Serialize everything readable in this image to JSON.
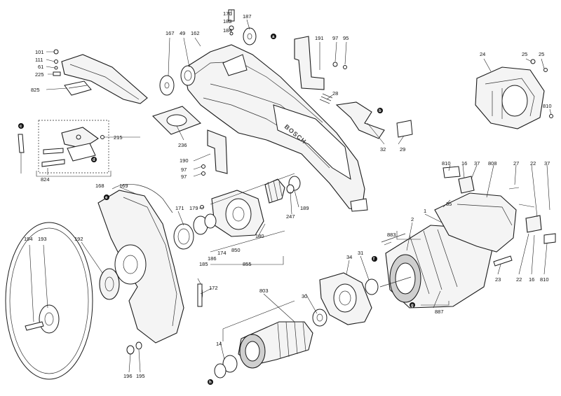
{
  "brand_text": "BOSCH",
  "callouts": [
    {
      "id": "170",
      "label": "170"
    },
    {
      "id": "182",
      "label": "182"
    },
    {
      "id": "184",
      "label": "184"
    },
    {
      "id": "187",
      "label": "187"
    },
    {
      "id": "167a",
      "label": "167"
    },
    {
      "id": "49",
      "label": "49"
    },
    {
      "id": "162",
      "label": "162"
    },
    {
      "id": "191",
      "label": "191"
    },
    {
      "id": "97a",
      "label": "97"
    },
    {
      "id": "95",
      "label": "95"
    },
    {
      "id": "101",
      "label": "101"
    },
    {
      "id": "111",
      "label": "111"
    },
    {
      "id": "61",
      "label": "61"
    },
    {
      "id": "225",
      "label": "225"
    },
    {
      "id": "825",
      "label": "825"
    },
    {
      "id": "28",
      "label": "28"
    },
    {
      "id": "24",
      "label": "24"
    },
    {
      "id": "25a",
      "label": "25"
    },
    {
      "id": "25b",
      "label": "25"
    },
    {
      "id": "810a",
      "label": "810"
    },
    {
      "id": "215",
      "label": "215"
    },
    {
      "id": "236",
      "label": "236"
    },
    {
      "id": "190",
      "label": "190"
    },
    {
      "id": "97b",
      "label": "97"
    },
    {
      "id": "97c",
      "label": "97"
    },
    {
      "id": "32",
      "label": "32"
    },
    {
      "id": "29",
      "label": "29"
    },
    {
      "id": "824",
      "label": "824"
    },
    {
      "id": "168",
      "label": "168"
    },
    {
      "id": "169",
      "label": "169"
    },
    {
      "id": "171",
      "label": "171"
    },
    {
      "id": "179",
      "label": "179"
    },
    {
      "id": "189",
      "label": "189"
    },
    {
      "id": "247",
      "label": "247"
    },
    {
      "id": "180",
      "label": "180"
    },
    {
      "id": "850",
      "label": "850"
    },
    {
      "id": "174",
      "label": "174"
    },
    {
      "id": "186",
      "label": "186"
    },
    {
      "id": "185",
      "label": "185"
    },
    {
      "id": "855",
      "label": "855"
    },
    {
      "id": "194",
      "label": "194"
    },
    {
      "id": "193",
      "label": "193"
    },
    {
      "id": "192",
      "label": "192"
    },
    {
      "id": "172",
      "label": "172"
    },
    {
      "id": "803",
      "label": "803"
    },
    {
      "id": "30",
      "label": "30"
    },
    {
      "id": "34",
      "label": "34"
    },
    {
      "id": "31",
      "label": "31"
    },
    {
      "id": "883",
      "label": "883"
    },
    {
      "id": "2",
      "label": "2"
    },
    {
      "id": "1",
      "label": "1"
    },
    {
      "id": "810b",
      "label": "810"
    },
    {
      "id": "16a",
      "label": "16"
    },
    {
      "id": "37a",
      "label": "37"
    },
    {
      "id": "808",
      "label": "808"
    },
    {
      "id": "27",
      "label": "27"
    },
    {
      "id": "22a",
      "label": "22"
    },
    {
      "id": "37b",
      "label": "37"
    },
    {
      "id": "35",
      "label": "35"
    },
    {
      "id": "23",
      "label": "23"
    },
    {
      "id": "22b",
      "label": "22"
    },
    {
      "id": "16b",
      "label": "16"
    },
    {
      "id": "810c",
      "label": "810"
    },
    {
      "id": "887",
      "label": "887"
    },
    {
      "id": "14",
      "label": "14"
    },
    {
      "id": "196",
      "label": "196"
    },
    {
      "id": "195",
      "label": "195"
    }
  ],
  "reference_markers": [
    {
      "id": "a",
      "label": "a"
    },
    {
      "id": "b",
      "label": "b"
    },
    {
      "id": "c",
      "label": "c"
    },
    {
      "id": "d",
      "label": "d"
    },
    {
      "id": "e",
      "label": "e"
    },
    {
      "id": "f",
      "label": "f"
    },
    {
      "id": "g",
      "label": "g"
    },
    {
      "id": "h",
      "label": "h"
    }
  ]
}
